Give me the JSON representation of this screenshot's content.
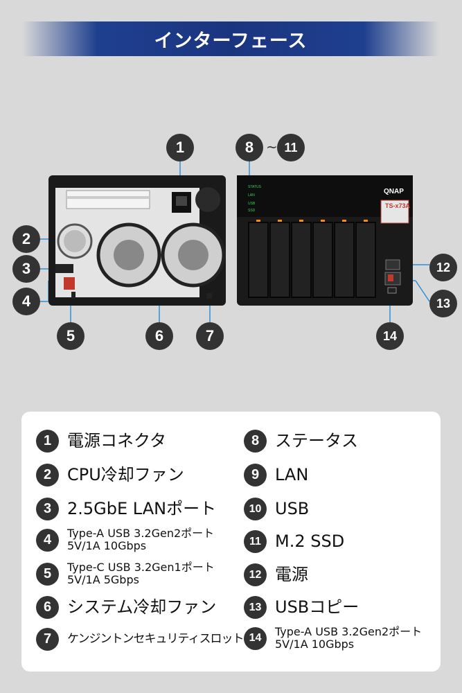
{
  "banner": {
    "title": "インターフェース"
  },
  "callouts": {
    "c1": "1",
    "c2": "2",
    "c3": "3",
    "c4": "4",
    "c5": "5",
    "c6": "6",
    "c7": "7",
    "c8": "8",
    "c8_11_sep": "~",
    "c11": "11",
    "c12": "12",
    "c13": "13",
    "c14": "14"
  },
  "device": {
    "brand": "QNAP",
    "model": "TS-x73A",
    "led_labels": [
      "STATUS",
      "LAN",
      "USB",
      "SSD"
    ]
  },
  "legend": {
    "left": [
      {
        "num": "1",
        "label": "電源コネクタ"
      },
      {
        "num": "2",
        "label": "CPU冷却ファン"
      },
      {
        "num": "3",
        "label": "2.5GbE LANポート"
      },
      {
        "num": "4",
        "line1": "Type-A USB 3.2Gen2ポート",
        "line2": "5V/1A 10Gbps"
      },
      {
        "num": "5",
        "line1": "Type-C USB 3.2Gen1ポート",
        "line2": "5V/1A 5Gbps"
      },
      {
        "num": "6",
        "label": "システム冷却ファン"
      },
      {
        "num": "7",
        "label": "ケンジントンセキュリティスロット"
      }
    ],
    "right": [
      {
        "num": "8",
        "label": "ステータス"
      },
      {
        "num": "9",
        "label": "LAN"
      },
      {
        "num": "10",
        "label": "USB"
      },
      {
        "num": "11",
        "label": "M.2 SSD"
      },
      {
        "num": "12",
        "label": "電源"
      },
      {
        "num": "13",
        "label": "USBコピー"
      },
      {
        "num": "14",
        "line1": "Type-A USB 3.2Gen2ポート",
        "line2": "5V/1A 10Gbps"
      }
    ]
  },
  "colors": {
    "banner": "#1a3580",
    "callout": "#333333",
    "leader": "#2e8fd8",
    "background": "#d9d9d9"
  }
}
